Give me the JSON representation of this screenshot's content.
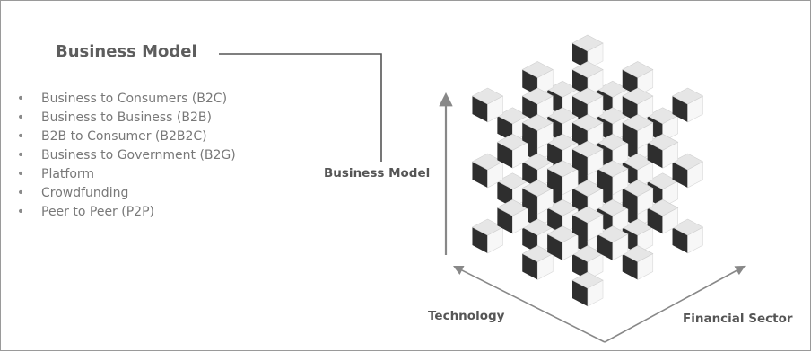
{
  "title": "Business Model",
  "items": [
    "Business to Consumers (B2C)",
    "Business to Business (B2B)",
    "B2B to Consumer (B2B2C)",
    "Business to Government (B2G)",
    "Platform",
    "Crowdfunding",
    "Peer to Peer (P2P)"
  ],
  "axes": {
    "vertical": "Business Model",
    "left": "Technology",
    "right": "Financial Sector"
  },
  "colors": {
    "cube_top": "#e6e6e6",
    "cube_left": "#2e2e2e",
    "cube_right": "#f7f7f7",
    "connector": "#555555",
    "arrow": "#888888"
  }
}
